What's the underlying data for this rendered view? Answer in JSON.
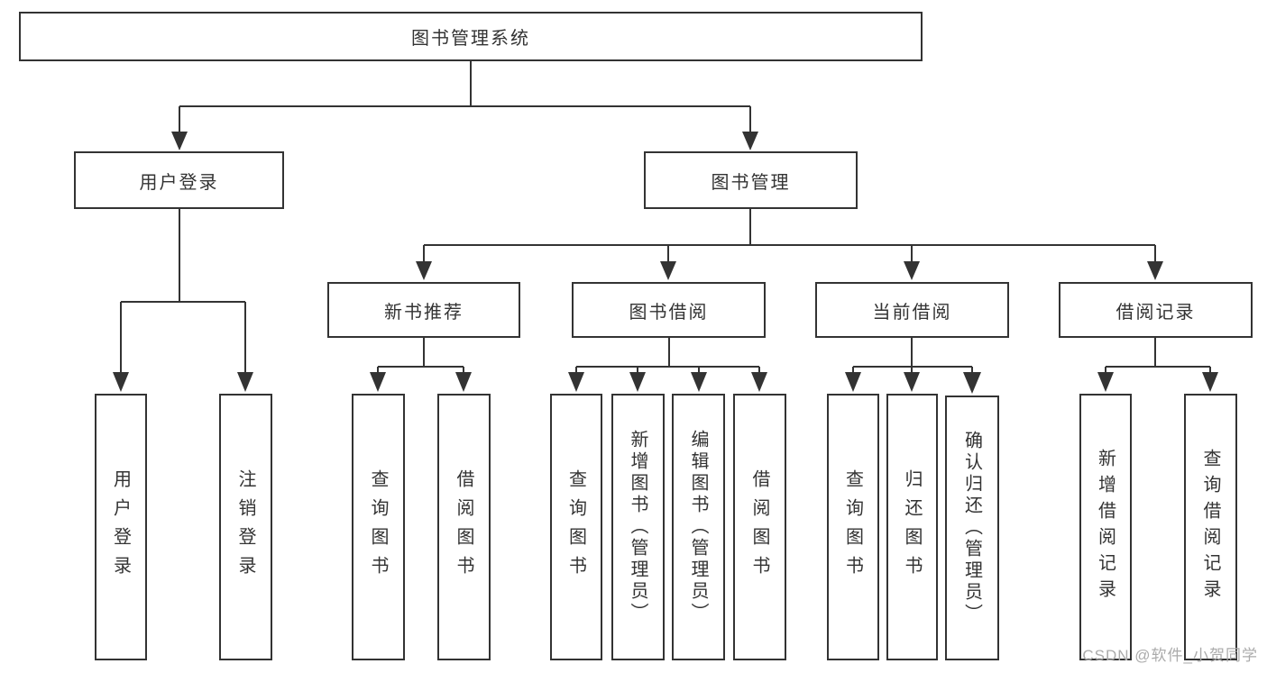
{
  "diagram": {
    "root": {
      "label": "图书管理系统"
    },
    "user_login": {
      "label": "用户登录",
      "leaves": [
        {
          "label": "用户登录"
        },
        {
          "label": "注销登录"
        }
      ]
    },
    "book_mgmt": {
      "label": "图书管理",
      "groups": [
        {
          "label": "新书推荐",
          "leaves": [
            {
              "label": "查询图书"
            },
            {
              "label": "借阅图书"
            }
          ]
        },
        {
          "label": "图书借阅",
          "leaves": [
            {
              "label": "查询图书"
            },
            {
              "label": "新增图书（管理员）"
            },
            {
              "label": "编辑图书（管理员）"
            },
            {
              "label": "借阅图书"
            }
          ]
        },
        {
          "label": "当前借阅",
          "leaves": [
            {
              "label": "查询图书"
            },
            {
              "label": "归还图书"
            },
            {
              "label": "确认归还（管理员）"
            }
          ]
        },
        {
          "label": "借阅记录",
          "leaves": [
            {
              "label": "新增借阅记录"
            },
            {
              "label": "查询借阅记录"
            }
          ]
        }
      ]
    }
  },
  "watermark": {
    "text": "CSDN @软件_小贺同学"
  },
  "colors": {
    "line": "#333333",
    "box_border": "#333333",
    "text": "#333333",
    "background": "#ffffff",
    "watermark": "#ababab"
  }
}
